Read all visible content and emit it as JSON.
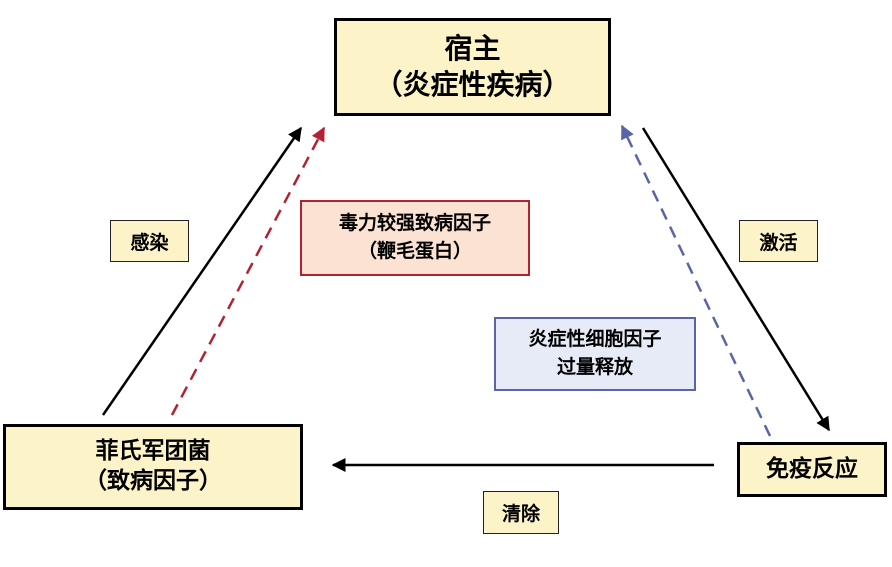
{
  "nodes": {
    "host": {
      "line1": "宿主",
      "line2": "（炎症性疾病）"
    },
    "bacteria": {
      "line1": "菲氏军团菌",
      "line2": "（致病因子）"
    },
    "immune": {
      "line1": "免疫反应"
    }
  },
  "edge_labels": {
    "infection": "感染",
    "activation": "激活",
    "clearance": "清除"
  },
  "callouts": {
    "virulence": {
      "line1": "毒力较强致病因子",
      "line2": "（鞭毛蛋白）"
    },
    "cytokine": {
      "line1": "炎症性细胞因子",
      "line2": "过量释放"
    }
  },
  "colors": {
    "box_fill": "#fdf3c8",
    "solid_arrow": "#000000",
    "red_dashed_arrow": "#b22234",
    "blue_dashed_arrow": "#5a64a8",
    "red_callout_fill": "#fbe2d3",
    "blue_callout_fill": "#e6ebf7"
  }
}
